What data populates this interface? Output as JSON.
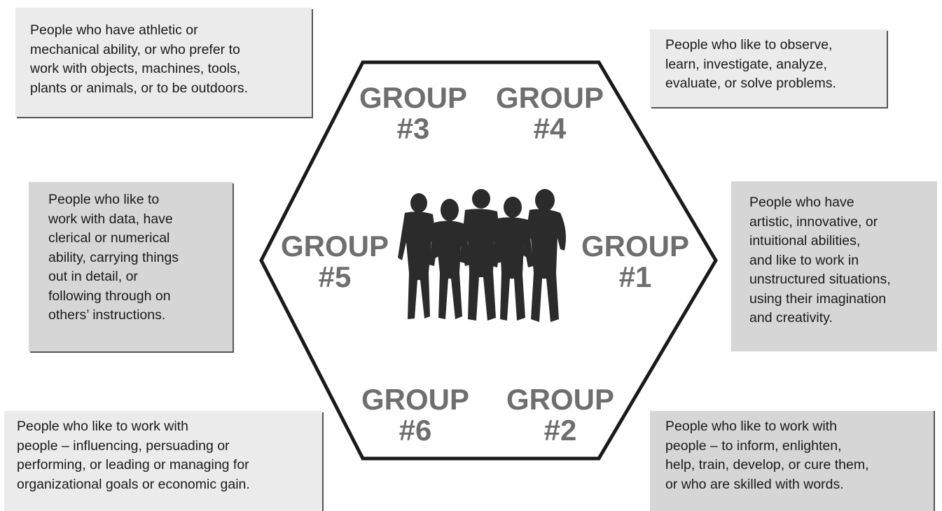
{
  "groups": {
    "g1": {
      "label": "GROUP\n#1",
      "description": "People who have\nartistic, innovative, or\nintuitional abilities,\nand like to work in\nunstructured situations,\nusing their imagination\nand creativity."
    },
    "g2": {
      "label": "GROUP\n#2",
      "description": "People who like to work with\npeople – to inform, enlighten,\nhelp, train, develop, or cure them,\nor who are skilled with words."
    },
    "g3": {
      "label": "GROUP\n#3",
      "description": "People who have athletic or\nmechanical ability, or who prefer to\nwork with objects, machines, tools,\nplants or animals, or to be outdoors."
    },
    "g4": {
      "label": "GROUP\n#4",
      "description": "People who like to observe,\nlearn, investigate, analyze,\nevaluate, or solve problems."
    },
    "g5": {
      "label": "GROUP\n#5",
      "description": "People who like to\nwork with data, have\nclerical or numerical\nability, carrying things\nout in detail, or\nfollowing through on\nothers’ instructions."
    },
    "g6": {
      "label": "GROUP\n#6",
      "description": "People who like to work with\npeople – influencing, persuading or\nperforming, or leading or managing for\norganizational goals or economic gain."
    }
  },
  "colors": {
    "box_light": "#ebebeb",
    "box_dark": "#d6d6d6",
    "label_gray": "#6e6e6e",
    "hexagon_stroke": "#1a1a1a",
    "silhouette": "#2b2b2b"
  },
  "icons": {
    "center_image": "people-silhouette-icon"
  }
}
